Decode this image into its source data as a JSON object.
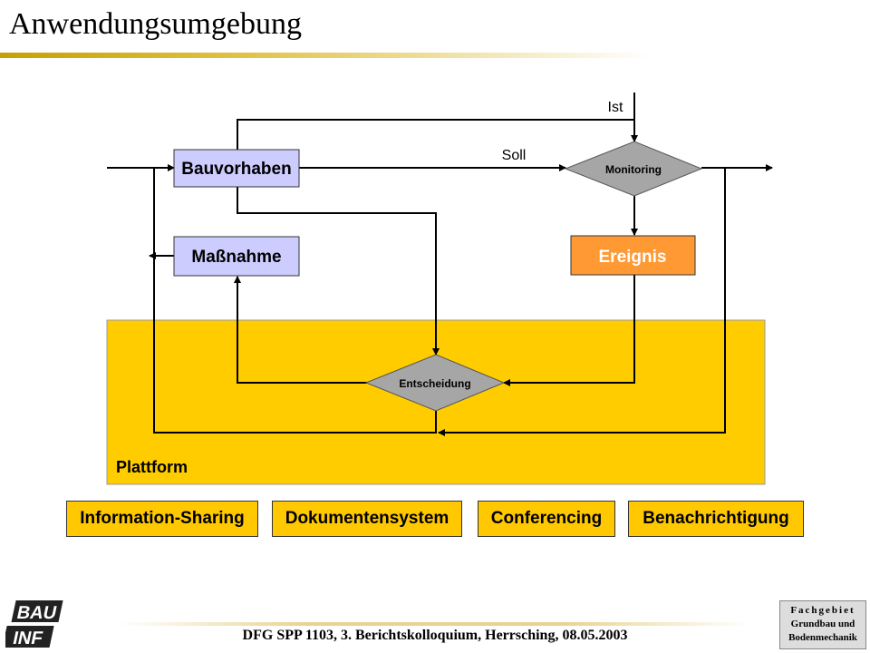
{
  "title": "Anwendungsumgebung",
  "footer": "DFG SPP 1103, 3. Berichtskolloquium, Herrsching, 08.05.2003",
  "diagram": {
    "bauvorhaben": "Bauvorhaben",
    "massnahme": "Maßnahme",
    "ereignis": "Ereignis",
    "monitoring": "Monitoring",
    "entscheidung": "Entscheidung",
    "ist": "Ist",
    "soll": "Soll",
    "plattform": "Plattform"
  },
  "modules": [
    "Information-Sharing",
    "Dokumentensystem",
    "Conferencing",
    "Benachrichtigung"
  ],
  "logos": {
    "left_text": "BAU INF",
    "right_lines": [
      "Fachgebiet",
      "Grundbau und",
      "Bodenmechanik"
    ]
  },
  "colors": {
    "platform": "#ffcc00",
    "blue_box": "#ccccff",
    "orange_box": "#ff9933",
    "diamond": "#a6a6a6",
    "accent": "#c8a000"
  }
}
